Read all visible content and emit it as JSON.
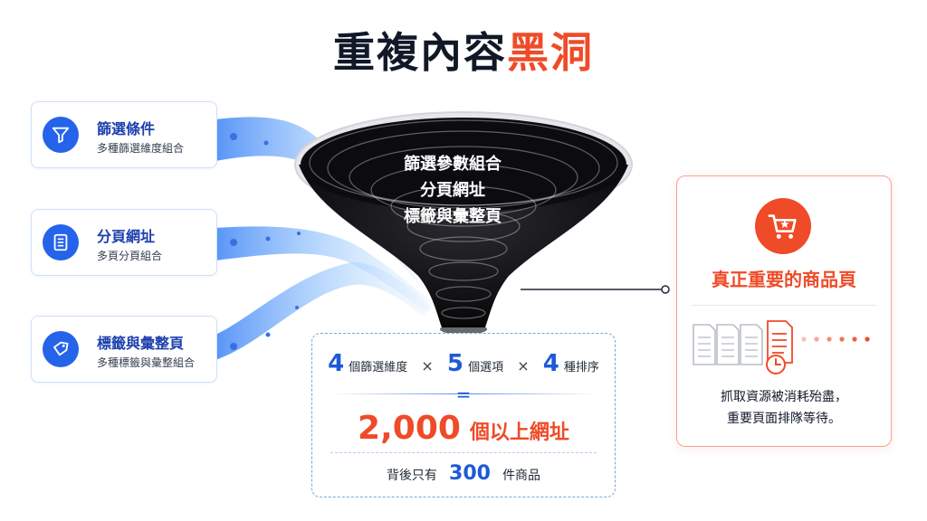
{
  "title": {
    "main": "重複內容",
    "accent": "黑洞"
  },
  "sources": [
    {
      "title": "篩選條件",
      "subtitle": "多種篩選維度組合",
      "icon": "filter-icon"
    },
    {
      "title": "分頁網址",
      "subtitle": "多頁分頁組合",
      "icon": "document-icon"
    },
    {
      "title": "標籤與彙整頁",
      "subtitle": "多種標籤與彙整組合",
      "icon": "tag-icon"
    }
  ],
  "funnel": {
    "lines": [
      "篩選參數組合",
      "分頁網址",
      "標籤與彙整頁"
    ]
  },
  "calculation": {
    "a_num": "4",
    "a_label": "個篩選維度",
    "times1": "×",
    "b_num": "5",
    "b_label": "個選項",
    "times2": "×",
    "c_num": "4",
    "c_label": "種排序",
    "equals": "=",
    "total_num": "2,000",
    "total_label": "個以上網址",
    "bottom_pre": "背後只有",
    "bottom_num": "300",
    "bottom_post": "件商品"
  },
  "target": {
    "icon": "shopping-cart-star-icon",
    "title": "真正重要的商品頁",
    "docs_icon": "documents-clock-icon",
    "desc_line1": "抓取資源被消耗殆盡，",
    "desc_line2": "重要頁面排隊等待。"
  },
  "colors": {
    "accent": "#ef4b28",
    "blue": "#2563eb",
    "funnel": "#0b0b0f"
  }
}
